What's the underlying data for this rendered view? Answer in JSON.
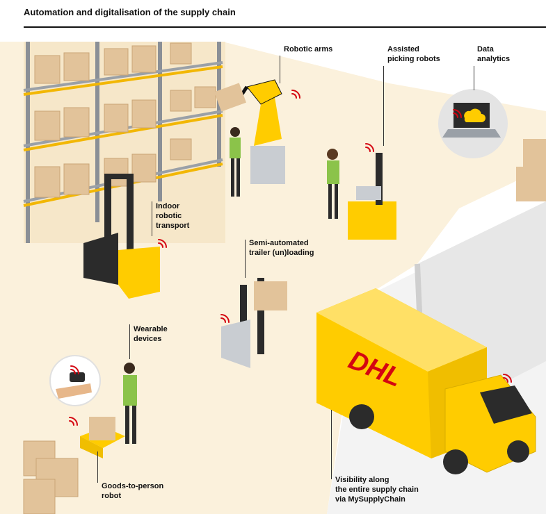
{
  "title": "Automation and digitalisation of the supply chain",
  "labels": {
    "robotic_arms": "Robotic arms",
    "assisted_picking": "Assisted\npicking robots",
    "data_analytics": "Data\nanalytics",
    "indoor_transport": "Indoor\nrobotic\ntransport",
    "semi_automated": "Semi-automated\ntrailer (un)loading",
    "wearable": "Wearable\ndevices",
    "goods_to_person": "Goods-to-person\nrobot",
    "visibility": "Visibility along\nthe entire supply chain\nvia MySupplyChain"
  },
  "truck_logo": "DHL",
  "colors": {
    "dhl_yellow": "#FFCC00",
    "dhl_red": "#D40511",
    "floor": "#FBF1DC",
    "wall": "#E7E7E7",
    "rack": "#8A8F96",
    "box": "#E2C39A",
    "text": "#111111"
  },
  "icons": [
    "wifi-signal-icon",
    "cloud-icon",
    "laptop-icon",
    "smartwatch-icon"
  ]
}
